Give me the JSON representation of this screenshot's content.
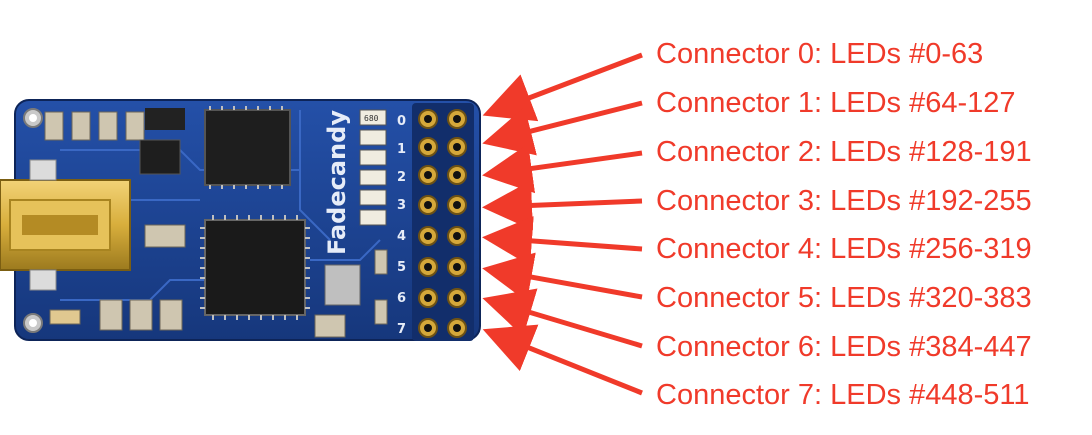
{
  "board": {
    "silkscreen_text": "Fadecandy",
    "resistor_marking": "680",
    "pin_numbers": [
      "0",
      "1",
      "2",
      "3",
      "4",
      "5",
      "6",
      "7"
    ]
  },
  "connectors": [
    {
      "label": "Connector 0: LEDs #0-63"
    },
    {
      "label": "Connector 1: LEDs #64-127"
    },
    {
      "label": "Connector 2: LEDs #128-191"
    },
    {
      "label": "Connector 3: LEDs #192-255"
    },
    {
      "label": "Connector 4: LEDs #256-319"
    },
    {
      "label": "Connector 5: LEDs #320-383"
    },
    {
      "label": "Connector 6: LEDs #384-447"
    },
    {
      "label": "Connector 7: LEDs #448-511"
    }
  ],
  "colors": {
    "label": "#f03a2a",
    "arrow": "#f03a2a",
    "pcb": "#1a3f8c",
    "pcb_dark": "#0f2a63",
    "usb_gold": "#d8ae3c",
    "chip": "#1e1e1e"
  }
}
